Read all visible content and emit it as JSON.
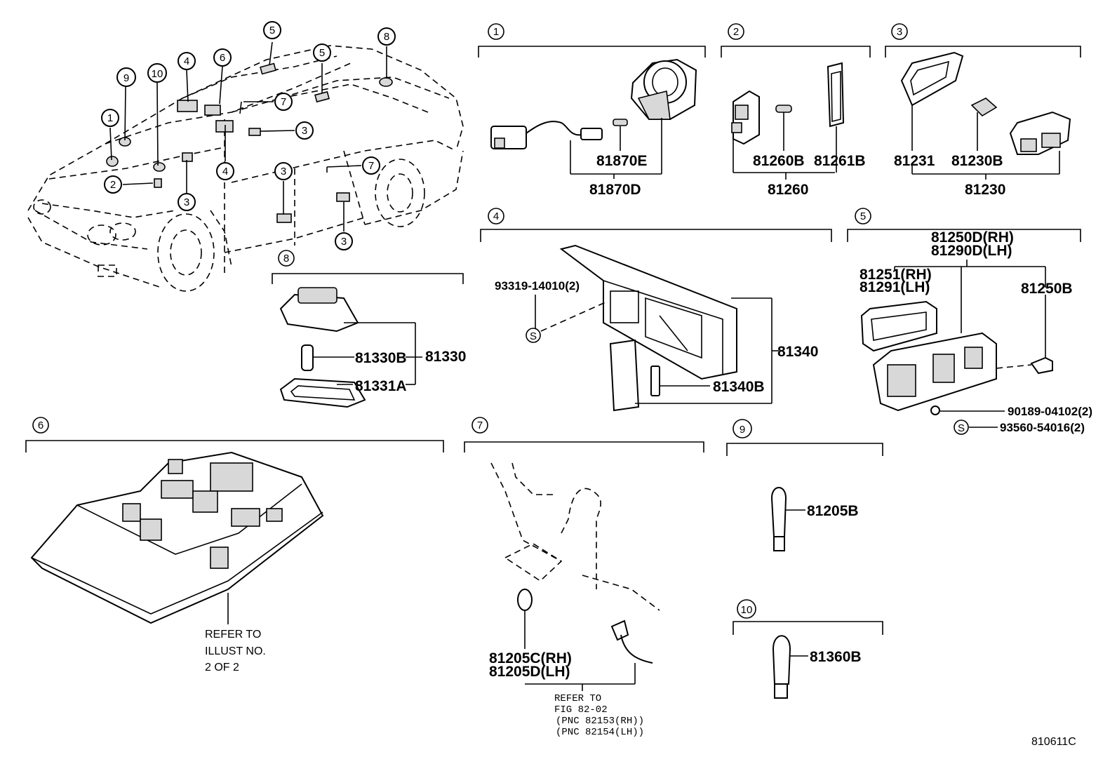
{
  "callouts": {
    "c1": "1",
    "c2": "2",
    "c3": "3",
    "c4": "4",
    "c5": "5",
    "c6": "6",
    "c7": "7",
    "c8": "8",
    "c9": "9",
    "c10": "10"
  },
  "section1": {
    "label": "1",
    "p1": "81870E",
    "p2": "81870D"
  },
  "section2": {
    "label": "2",
    "p1": "81260B",
    "p2": "81261B",
    "p3": "81260"
  },
  "section3": {
    "label": "3",
    "p1": "81231",
    "p2": "81230B",
    "p3": "81230"
  },
  "section4": {
    "label": "4",
    "p1": "93319-14010(2)",
    "p2": "81340",
    "p3": "81340B",
    "s": "S"
  },
  "section5": {
    "label": "5",
    "p1": "81250D(RH)",
    "p2": "81290D(LH)",
    "p3": "81251(RH)",
    "p4": "81291(LH)",
    "p5": "81250B",
    "p6": "90189-04102(2)",
    "p7": "93560-54016(2)",
    "s": "S"
  },
  "section6": {
    "label": "6",
    "ref1": "REFER TO",
    "ref2": "ILLUST NO.",
    "ref3": "2 OF 2"
  },
  "section7": {
    "label": "7",
    "p1": "81205C(RH)",
    "p2": "81205D(LH)",
    "r1": "REFER TO",
    "r2": "FIG 82-02",
    "r3": "(PNC 82153(RH))",
    "r4": "(PNC 82154(LH))"
  },
  "section8": {
    "label": "8",
    "p1": "81330B",
    "p2": "81330",
    "p3": "81331A"
  },
  "section9": {
    "label": "9",
    "p1": "81205B"
  },
  "section10": {
    "label": "10",
    "p1": "81360B"
  },
  "figure_id": "810611C"
}
